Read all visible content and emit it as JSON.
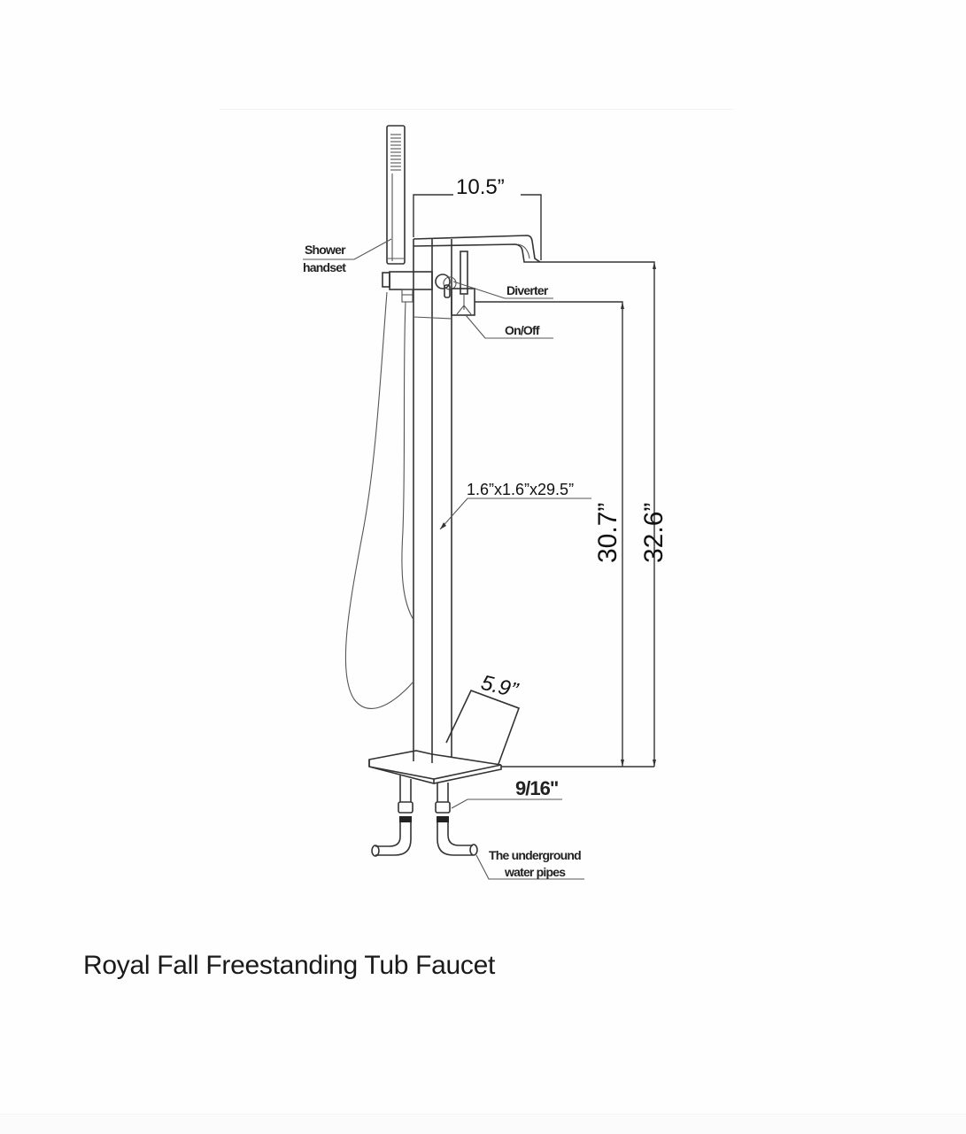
{
  "product": {
    "title": "Royal Fall Freestanding Tub Faucet"
  },
  "diagram": {
    "labels": {
      "shower_handset_line1": "Shower",
      "shower_handset_line2": "handset",
      "diverter": "Diverter",
      "on_off": "On/Off",
      "underground_line1": "The underground",
      "underground_line2": "water pipes"
    },
    "dimensions": {
      "spout_reach": "10.5”",
      "column_size": "1.6”x1.6”x29.5”",
      "handle_height": "30.7”",
      "spout_height": "32.6”",
      "base_plate": "5.9”",
      "pipe_connection": "9/16\""
    }
  }
}
